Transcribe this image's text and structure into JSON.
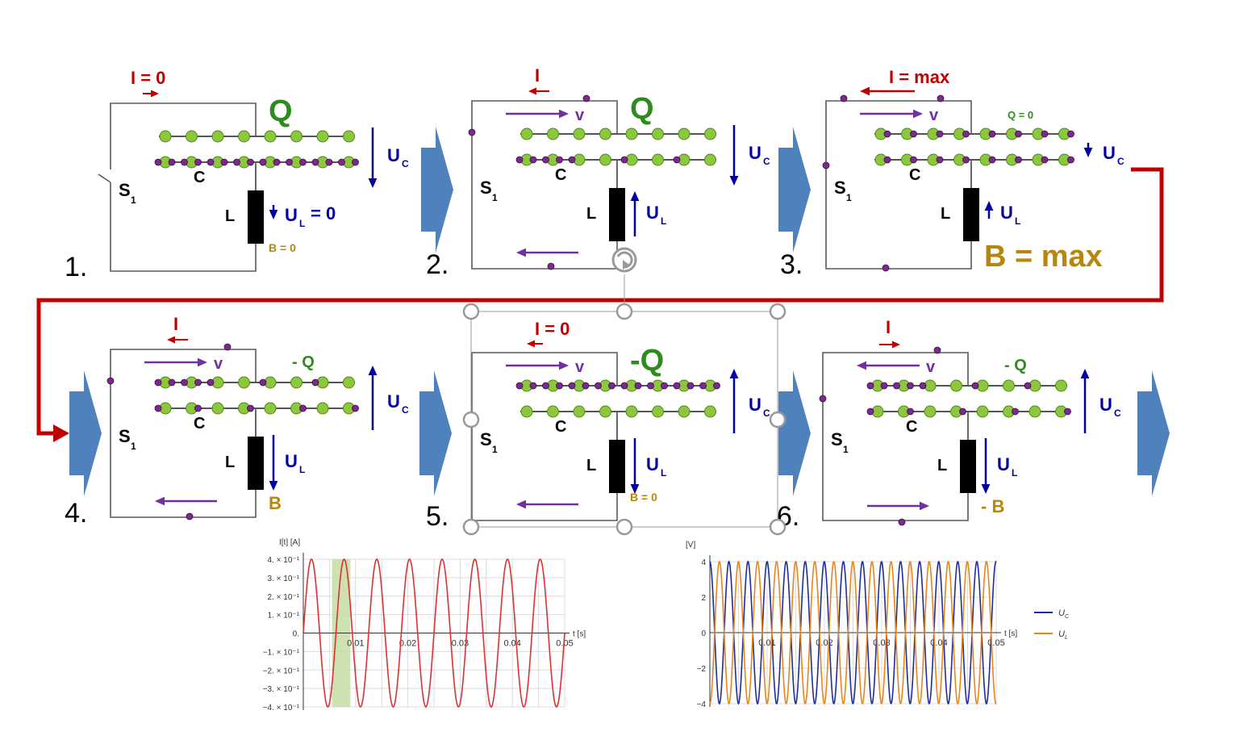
{
  "colors": {
    "wire": "#595959",
    "blue_arrow": "#4f81bd",
    "red": "#c00000",
    "purple": "#7030a0",
    "dark_blue": "#0000a0",
    "green_text": "#2e8b1e",
    "brown": "#b8860b",
    "ion_green": "#8dc63f",
    "electron": "#7b2a8c",
    "current_line": "#e03030",
    "uc_line": "#1f2d9a",
    "ul_line": "#e8861b",
    "highlight": "#c5dca3"
  },
  "panels": [
    {
      "num": "1.",
      "current_label": "I = 0",
      "charge_label": "Q",
      "uc_label": "U",
      "uc_sub": "C",
      "ul_label": "U",
      "ul_sub": "L",
      "ul_suffix": "= 0",
      "b_label": "B = 0",
      "s_label": "S",
      "s_sub": "1",
      "c_label": "C",
      "l_label": "L",
      "v_label": ""
    },
    {
      "num": "2.",
      "current_label": "I",
      "charge_label": "Q",
      "uc_label": "U",
      "uc_sub": "C",
      "ul_label": "U",
      "ul_sub": "L",
      "ul_suffix": "",
      "b_label": "",
      "s_label": "S",
      "s_sub": "1",
      "c_label": "C",
      "l_label": "L",
      "v_label": "v"
    },
    {
      "num": "3.",
      "current_label": "I = max",
      "charge_label": "Q = 0",
      "uc_label": "U",
      "uc_sub": "C",
      "ul_label": "U",
      "ul_sub": "L",
      "ul_suffix": "",
      "b_label": "B = max",
      "s_label": "S",
      "s_sub": "1",
      "c_label": "C",
      "l_label": "L",
      "v_label": "v"
    },
    {
      "num": "4.",
      "current_label": "I",
      "charge_label": "- Q",
      "uc_label": "U",
      "uc_sub": "C",
      "ul_label": "U",
      "ul_sub": "L",
      "ul_suffix": "",
      "b_label": "B",
      "s_label": "S",
      "s_sub": "1",
      "c_label": "C",
      "l_label": "L",
      "v_label": "v"
    },
    {
      "num": "5.",
      "current_label": "I = 0",
      "charge_label": "-Q",
      "uc_label": "U",
      "uc_sub": "C",
      "ul_label": "U",
      "ul_sub": "L",
      "ul_suffix": "",
      "b_label": "B = 0",
      "s_label": "S",
      "s_sub": "1",
      "c_label": "C",
      "l_label": "L",
      "v_label": "v"
    },
    {
      "num": "6.",
      "current_label": "I",
      "charge_label": "- Q",
      "uc_label": "U",
      "uc_sub": "C",
      "ul_label": "U",
      "ul_sub": "L",
      "ul_suffix": "",
      "b_label": "- B",
      "s_label": "S",
      "s_sub": "1",
      "c_label": "C",
      "l_label": "L",
      "v_label": "v"
    }
  ],
  "chart_data": [
    {
      "type": "line",
      "title": "",
      "ylabel": "I[t] [A]",
      "xlabel": "t [s]",
      "xlim": [
        0,
        0.05
      ],
      "ylim": [
        -0.4,
        0.4
      ],
      "x_ticks": [
        "0.01",
        "0.02",
        "0.03",
        "0.04",
        "0.05"
      ],
      "y_ticks": [
        "4. × 10⁻¹",
        "3. × 10⁻¹",
        "2. × 10⁻¹",
        "1. × 10⁻¹",
        "0.",
        "−1. × 10⁻¹",
        "−2. × 10⁻¹",
        "−3. × 10⁻¹",
        "−4. × 10⁻¹"
      ],
      "y_tick_values": [
        0.4,
        0.3,
        0.2,
        0.1,
        0,
        -0.1,
        -0.2,
        -0.3,
        -0.4
      ],
      "series": [
        {
          "amplitude": 0.4,
          "period": 0.00625,
          "phase": "sin"
        }
      ],
      "highlight_x": [
        0.0055,
        0.009
      ]
    },
    {
      "type": "line",
      "title": "",
      "ylabel": "[V]",
      "xlabel": "t [s]",
      "xlim": [
        0,
        0.05
      ],
      "ylim": [
        -4,
        4
      ],
      "x_ticks": [
        "0.01",
        "0.02",
        "0.03",
        "0.04",
        "0.05"
      ],
      "y_ticks": [
        "4",
        "2",
        "0",
        "−2",
        "−4"
      ],
      "y_tick_values": [
        4,
        2,
        0,
        -2,
        -4
      ],
      "series": [
        {
          "name": "U",
          "sub": "C",
          "amplitude": 4,
          "period": 0.00333,
          "phase": "cos"
        },
        {
          "name": "U",
          "sub": "L",
          "amplitude": 4,
          "period": 0.00333,
          "phase": "-cos"
        }
      ]
    }
  ]
}
